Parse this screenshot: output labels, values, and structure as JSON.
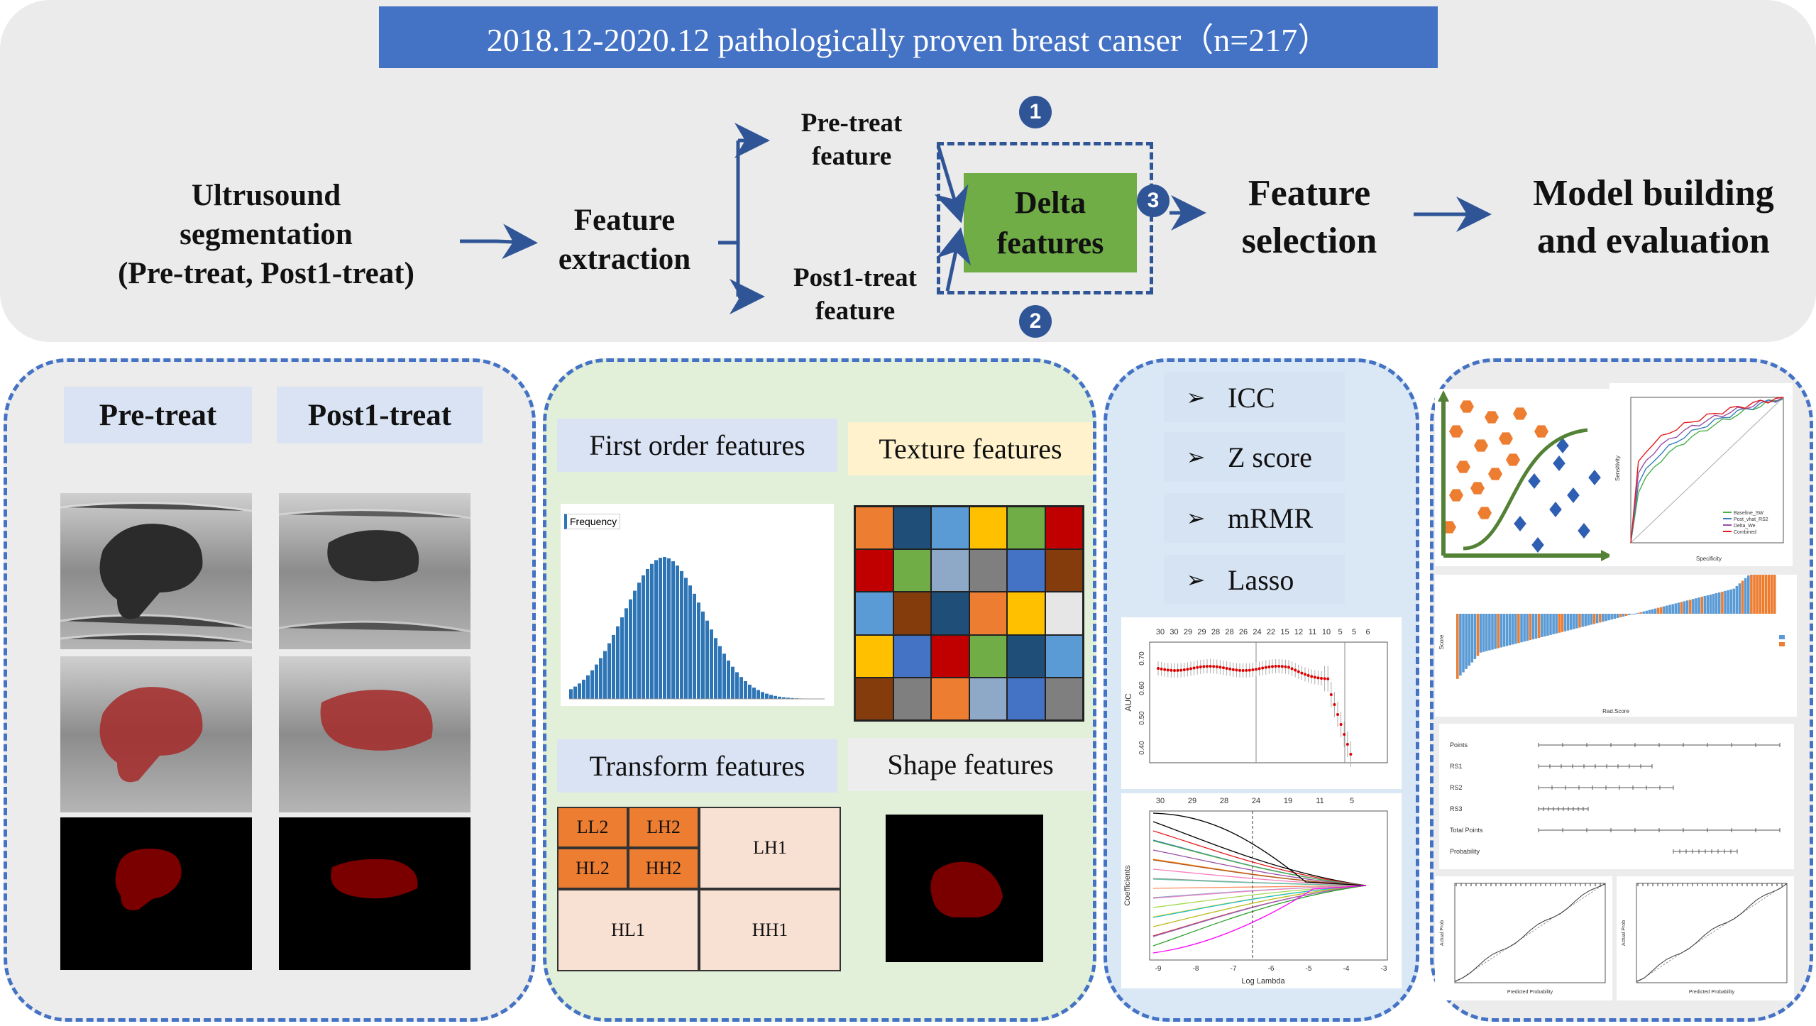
{
  "banner": {
    "text": "2018.12-2020.12 pathologically proven breast canser（n=217）"
  },
  "flow": {
    "segmentation": {
      "l1": "Ultrusound",
      "l2": "segmentation",
      "l3": "(Pre-treat, Post1-treat)"
    },
    "extraction": {
      "l1": "Feature",
      "l2": "extraction"
    },
    "pre_feature": {
      "l1": "Pre-treat",
      "l2": "feature"
    },
    "post_feature": {
      "l1": "Post1-treat",
      "l2": "feature"
    },
    "delta": {
      "l1": "Delta",
      "l2": "features"
    },
    "selection": {
      "l1": "Feature",
      "l2": "selection"
    },
    "model": {
      "l1": "Model building",
      "l2": "and evaluation"
    },
    "badges": [
      "1",
      "2",
      "3"
    ]
  },
  "seg_panel": {
    "pre_label": "Pre-treat",
    "post_label": "Post1-treat"
  },
  "feature_panel": {
    "first_order": "First order features",
    "texture": "Texture features",
    "transform": "Transform  features",
    "shape": "Shape features",
    "histogram_legend": "Frequency",
    "wavelet": {
      "ll2": "LL2",
      "lh2": "LH2",
      "hl2": "HL2",
      "hh2": "HH2",
      "lh1": "LH1",
      "hl1": "HL1",
      "hh1": "HH1"
    },
    "texture_colors": [
      "#ed7d31",
      "#1f4e79",
      "#5b9bd5",
      "#ffc000",
      "#70ad47",
      "#c00000",
      "#c00000",
      "#70ad47",
      "#8ea9c8",
      "#7f7f7f",
      "#4472c4",
      "#843c0c",
      "#5b9bd5",
      "#843c0c",
      "#1f4e79",
      "#ed7d31",
      "#ffc000",
      "#e7e6e6",
      "#ffc000",
      "#4472c4",
      "#c00000",
      "#70ad47",
      "#1f4e79",
      "#5b9bd5",
      "#843c0c",
      "#7f7f7f",
      "#ed7d31",
      "#8ea9c8",
      "#4472c4",
      "#7f7f7f"
    ]
  },
  "selection_panel": {
    "methods": [
      "ICC",
      "Z score",
      "mRMR",
      "Lasso"
    ]
  },
  "lasso_plot": {
    "top_ticks": [
      "30",
      "30",
      "29",
      "29",
      "28",
      "28",
      "26",
      "24",
      "22",
      "15",
      "12",
      "11",
      "10",
      "5",
      "5",
      "6"
    ],
    "y_label": "AUC",
    "y_ticks": [
      "0.70",
      "0.60",
      "0.50",
      "0.40"
    ],
    "bottom_top_ticks": [
      "30",
      "29",
      "28",
      "24",
      "19",
      "11",
      "5"
    ],
    "coef_label": "Coefficients",
    "x_label": "Log Lambda",
    "x_ticks": [
      "-9",
      "-8",
      "-7",
      "-6",
      "-5",
      "-4",
      "-3"
    ]
  },
  "model_panel": {
    "roc_x_label": "Specificity",
    "roc_y_label": "Sensitivity",
    "roc_legend": [
      "Baseline_SW",
      "Post_vhat_RS2",
      "Delta_We",
      "Combined"
    ],
    "waterfall_x_label": "Rad.Score",
    "waterfall_y_label": "Score",
    "nomogram_rows": [
      "Points",
      "RS1",
      "RS2",
      "RS3",
      "Total Points",
      "Probability"
    ],
    "calib_x_label": "Predicted Probability",
    "calib_y_label": "Actual Prob"
  }
}
